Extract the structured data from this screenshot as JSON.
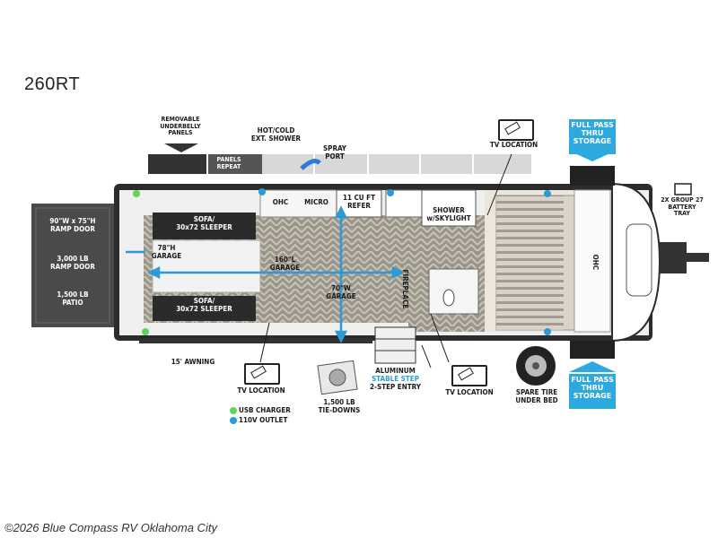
{
  "model": "260RT",
  "labels": {
    "removable_panels": "REMOVABLE\nUNDERBELLY\nPANELS",
    "hot_cold_shower": "HOT/COLD\nEXT. SHOWER",
    "spray_port": "SPRAY\nPORT",
    "panels_repeat": "PANELS\nREPEAT",
    "tv_location_top": "TV LOCATION",
    "full_pass_top": "FULL PASS\nTHRU\nSTORAGE",
    "battery_tray": "2X GROUP 27\nBATTERY\nTRAY",
    "ramp_door_size": "90\"W x 75\"H\nRAMP DOOR",
    "ramp_door_lb": "3,000 LB\nRAMP DOOR",
    "patio": "1,500 LB\nPATIO",
    "sofa_top": "SOFA/\n30x72 SLEEPER",
    "sofa_bottom": "SOFA/\n30x72 SLEEPER",
    "garage_78h": "78\"H\nGARAGE",
    "garage_160l": "160\"L\nGARAGE",
    "garage_70w": "70\"W\nGARAGE",
    "ohc": "OHC",
    "micro": "MICRO",
    "refer": "11 CU FT\nREFER",
    "shower": "SHOWER\nw/SKYLIGHT",
    "fireplace": "FIREPLACE",
    "ohc_bed": "OHC",
    "awning": "15' AWNING",
    "tv_location_left": "TV LOCATION",
    "tie_downs": "1,500 LB\nTIE-DOWNS",
    "aluminum": "ALUMINUM",
    "stable_step": "STABLE STEP",
    "two_step": "2-STEP ENTRY",
    "tv_location_right": "TV LOCATION",
    "spare_tire": "SPARE TIRE\nUNDER BED",
    "full_pass_bottom": "FULL PASS\nTHRU\nSTORAGE",
    "usb_charger": "USB CHARGER",
    "outlet_110v": "110V OUTLET"
  },
  "legend_colors": {
    "usb_charger": "#5fd35f",
    "outlet_110v": "#2b9bd6"
  },
  "copyright": "©2026 Blue Compass RV Oklahoma City"
}
